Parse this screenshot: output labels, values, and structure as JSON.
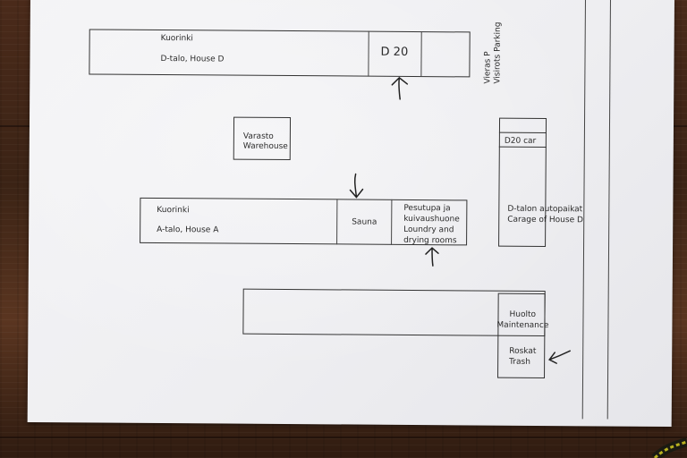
{
  "building_d": {
    "name_fi": "Kuorinki",
    "name_en": "D-talo, House D",
    "unit": "D 20"
  },
  "visitor_parking": {
    "line1": "Vieras P",
    "line2": "Visirots Parking"
  },
  "warehouse": {
    "line1": "Varasto",
    "line2": "Warehouse"
  },
  "d20_car": {
    "label": "D20 car"
  },
  "carage": {
    "line1": "D-talon autopaikat",
    "line2": "Carage of House D"
  },
  "building_a": {
    "name_fi": "Kuorinki",
    "name_en": "A-talo, House A",
    "sauna": "Sauna",
    "laundry_line1": "Pesutupa ja",
    "laundry_line2": "kuivaushuone",
    "laundry_line3": "Loundry and",
    "laundry_line4": "drying rooms"
  },
  "maintenance": {
    "line1": "Huolto",
    "line2": "Maintenance"
  },
  "trash": {
    "line1": "Roskat",
    "line2": "Trash"
  }
}
